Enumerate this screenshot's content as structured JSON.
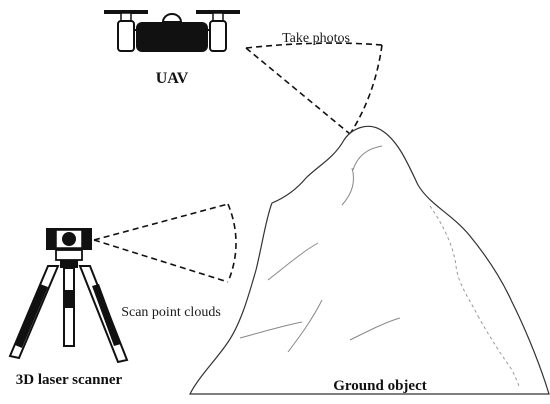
{
  "labels": {
    "uav": "UAV",
    "take_photos": "Take photos",
    "scan_point_clouds": "Scan point clouds",
    "scanner": "3D laser scanner",
    "ground_object": "Ground object"
  }
}
